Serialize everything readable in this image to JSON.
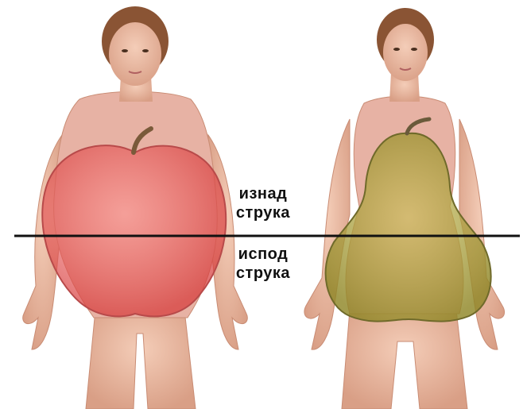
{
  "labels": {
    "above_line1": "изнад",
    "above_line2": "струка",
    "below_line1": "испод",
    "below_line2": "струка"
  },
  "colors": {
    "background": "#ffffff",
    "skin": "#e9b49c",
    "swimsuit": "#e7b2a4",
    "apple": "#e25a5a",
    "pear": "#a69e3c",
    "waist_line": "#111111"
  }
}
